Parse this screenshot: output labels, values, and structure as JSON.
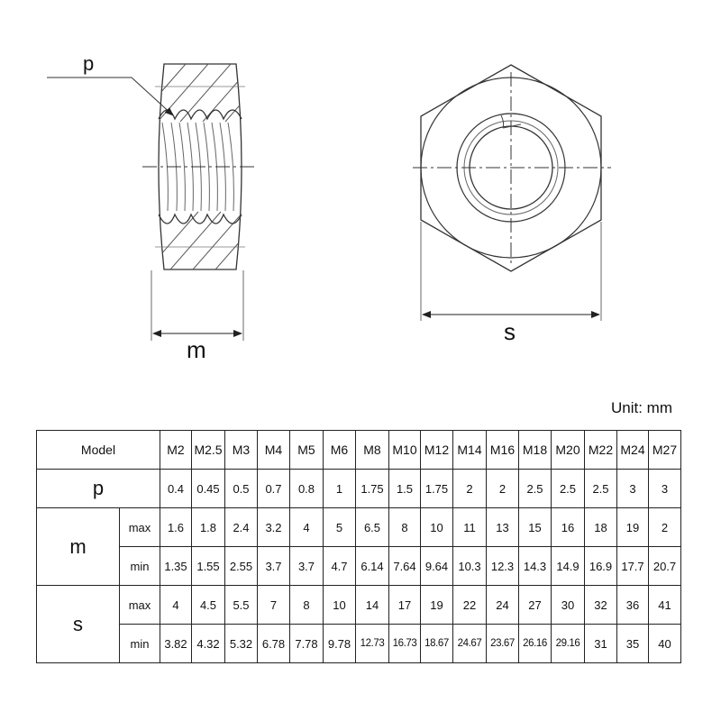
{
  "drawing": {
    "side_view": {
      "pitch_label": "p",
      "height_label": "m"
    },
    "front_view": {
      "width_label": "s"
    }
  },
  "table": {
    "unit": "Unit: mm",
    "model_label": "Model",
    "sizes": [
      "M2",
      "M2.5",
      "M3",
      "M4",
      "M5",
      "M6",
      "M8",
      "M10",
      "M12",
      "M14",
      "M16",
      "M18",
      "M20",
      "M22",
      "M24",
      "M27"
    ],
    "p": {
      "label": "p",
      "values": [
        "0.4",
        "0.45",
        "0.5",
        "0.7",
        "0.8",
        "1",
        "1.75",
        "1.5",
        "1.75",
        "2",
        "2",
        "2.5",
        "2.5",
        "2.5",
        "3",
        "3"
      ]
    },
    "m": {
      "label": "m",
      "max": {
        "label": "max",
        "values": [
          "1.6",
          "1.8",
          "2.4",
          "3.2",
          "4",
          "5",
          "6.5",
          "8",
          "10",
          "11",
          "13",
          "15",
          "16",
          "18",
          "19",
          "2"
        ]
      },
      "min": {
        "label": "min",
        "values": [
          "1.35",
          "1.55",
          "2.55",
          "3.7",
          "3.7",
          "4.7",
          "6.14",
          "7.64",
          "9.64",
          "10.3",
          "12.3",
          "14.3",
          "14.9",
          "16.9",
          "17.7",
          "20.7"
        ]
      }
    },
    "s": {
      "label": "s",
      "max": {
        "label": "max",
        "values": [
          "4",
          "4.5",
          "5.5",
          "7",
          "8",
          "10",
          "14",
          "17",
          "19",
          "22",
          "24",
          "27",
          "30",
          "32",
          "36",
          "41"
        ]
      },
      "min": {
        "label": "min",
        "values": [
          "3.82",
          "4.32",
          "5.32",
          "6.78",
          "7.78",
          "9.78",
          "12.73",
          "16.73",
          "18.67",
          "24.67",
          "23.67",
          "26.16",
          "29.16",
          "31",
          "35",
          "40"
        ]
      }
    }
  }
}
